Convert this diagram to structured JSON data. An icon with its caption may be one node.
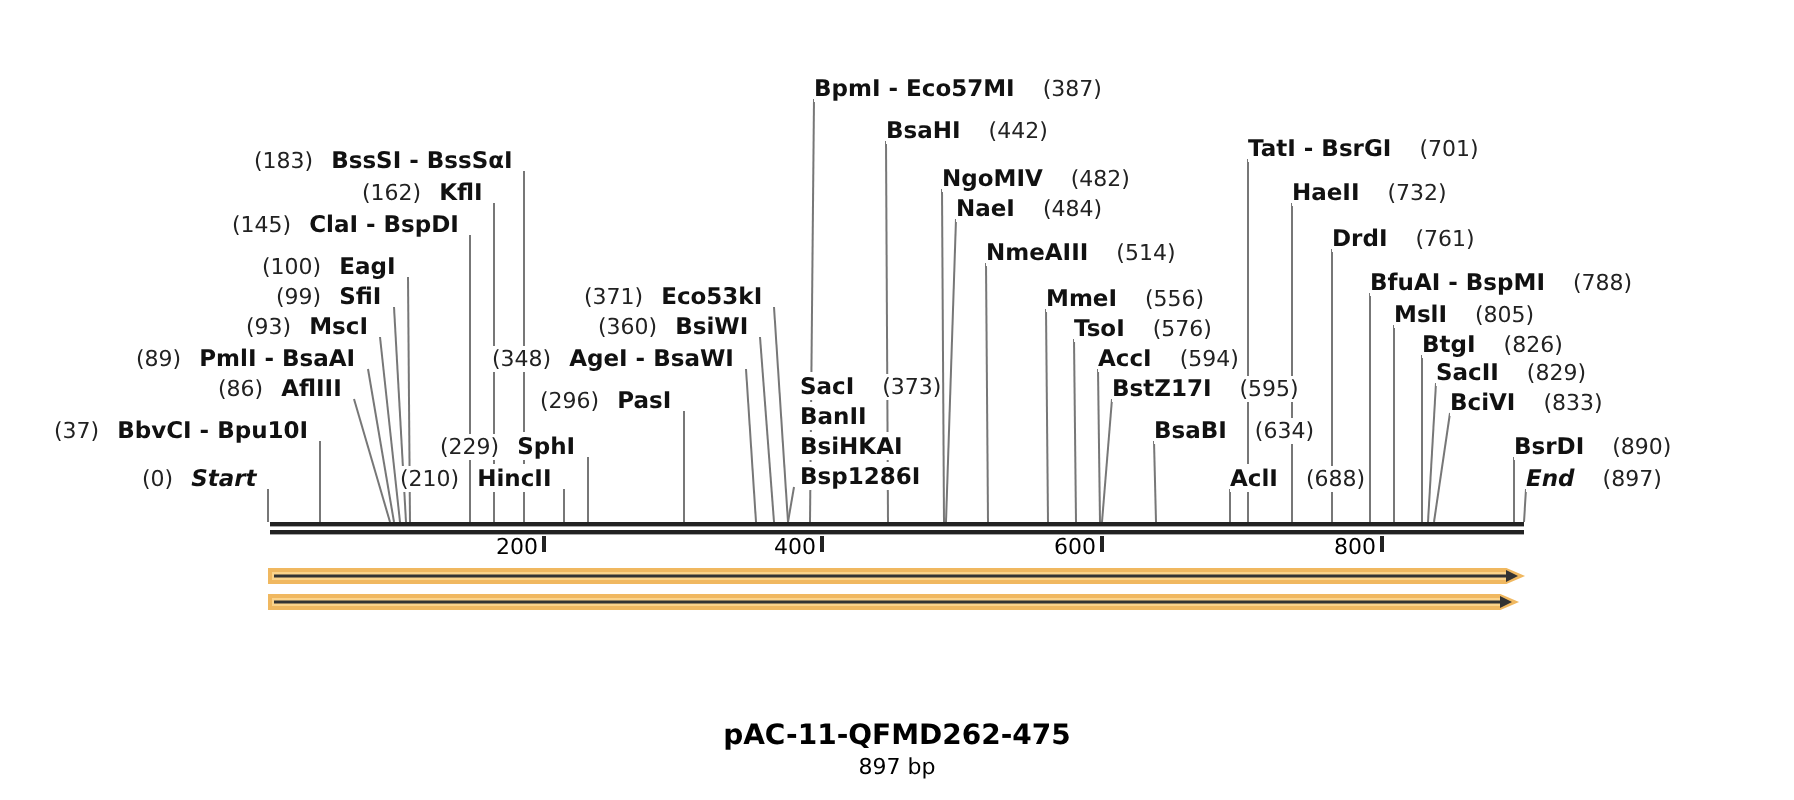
{
  "diagram": {
    "title": "pAC-11-QFMD262-475",
    "caption": "897 bp",
    "nodes": [
      {
        "text": [
          "(0)",
          "Start"
        ]
      },
      {
        "text": [
          "(37)",
          "BbvCI - Bpu10I"
        ]
      },
      {
        "text": [
          "(86)",
          "AflIII"
        ]
      },
      {
        "text": [
          "(89)",
          "PmlI - BsaAI"
        ]
      },
      {
        "text": [
          "(93)",
          "MscI"
        ]
      },
      {
        "text": [
          "(99)",
          "SfiI"
        ]
      },
      {
        "text": [
          "(100)",
          "EagI"
        ]
      },
      {
        "text": [
          "(145)",
          "ClaI - BspDI"
        ]
      },
      {
        "text": [
          "(162)",
          "KflI"
        ]
      },
      {
        "text": [
          "(183)",
          "BssSI - BssSαI"
        ]
      },
      {
        "text": [
          "(210)",
          "HincII"
        ]
      },
      {
        "text": [
          "(229)",
          "SphI"
        ]
      },
      {
        "text": [
          "(348)",
          "AgeI - BsaWI"
        ]
      },
      {
        "text": [
          "(296)",
          "PasI"
        ]
      },
      {
        "text": [
          "(360)",
          "BsiWI"
        ]
      },
      {
        "text": [
          "(371)",
          "Eco53kI"
        ]
      },
      {
        "text": [
          "SacI",
          "(373)",
          "BanII",
          "BsiHKAI",
          "Bsp1286I"
        ]
      },
      {
        "text": [
          "BpmI - Eco57MI",
          "(387)"
        ]
      },
      {
        "text": [
          "BsaHI",
          "(442)"
        ]
      },
      {
        "text": [
          "NgoMIV",
          "(482)"
        ]
      },
      {
        "text": [
          "NaeI",
          "(484)"
        ]
      },
      {
        "text": [
          "NmeAIII",
          "(514)"
        ]
      },
      {
        "text": [
          "MmeI",
          "(556)"
        ]
      },
      {
        "text": [
          "TsoI",
          "(576)"
        ]
      },
      {
        "text": [
          "AccI",
          "(594)"
        ]
      },
      {
        "text": [
          "BstZ17I",
          "(595)"
        ]
      },
      {
        "text": [
          "BsaBI",
          "(634)"
        ]
      },
      {
        "text": [
          "AclI",
          "(688)"
        ]
      },
      {
        "text": [
          "TatI - BsrGI",
          "(701)"
        ]
      },
      {
        "text": [
          "HaeII",
          "(732)"
        ]
      },
      {
        "text": [
          "DrdI",
          "(761)"
        ]
      },
      {
        "text": [
          "BfuAI - BspMI",
          "(788)"
        ]
      },
      {
        "text": [
          "MslI",
          "(805)"
        ]
      },
      {
        "text": [
          "BtgI",
          "(826)"
        ]
      },
      {
        "text": [
          "SacII",
          "(829)"
        ]
      },
      {
        "text": [
          "BciVI",
          "(833)"
        ]
      },
      {
        "text": [
          "BsrDI",
          "(890)"
        ]
      },
      {
        "text": [
          "End",
          "(897)"
        ]
      },
      {
        "text": [],
        "shape": "bar"
      }
    ],
    "edges": [
      {
        "from": 0,
        "to": 38,
        "arrow": "none"
      },
      {
        "from": 1,
        "to": 38,
        "arrow": "none"
      },
      {
        "from": 2,
        "to": 38,
        "arrow": "none"
      },
      {
        "from": 3,
        "to": 38,
        "arrow": "none"
      },
      {
        "from": 4,
        "to": 38,
        "arrow": "none"
      },
      {
        "from": 5,
        "to": 38,
        "arrow": "none"
      },
      {
        "from": 6,
        "to": 38,
        "arrow": "none"
      },
      {
        "from": 7,
        "to": 38,
        "arrow": "none"
      },
      {
        "from": 8,
        "to": 38,
        "arrow": "none"
      },
      {
        "from": 9,
        "to": 38,
        "arrow": "none"
      },
      {
        "from": 10,
        "to": 38,
        "arrow": "none"
      },
      {
        "from": 11,
        "to": 38,
        "arrow": "none"
      },
      {
        "from": 12,
        "to": 38,
        "arrow": "none"
      },
      {
        "from": 13,
        "to": 38,
        "arrow": "none"
      },
      {
        "from": 14,
        "to": 38,
        "arrow": "none"
      },
      {
        "from": 15,
        "to": 38,
        "arrow": "none"
      },
      {
        "from": 16,
        "to": 38,
        "arrow": "none"
      },
      {
        "from": 17,
        "to": 38,
        "arrow": "none"
      },
      {
        "from": 18,
        "to": 38,
        "arrow": "none"
      },
      {
        "from": 19,
        "to": 38,
        "arrow": "none"
      },
      {
        "from": 20,
        "to": 38,
        "arrow": "none"
      },
      {
        "from": 21,
        "to": 38,
        "arrow": "none"
      },
      {
        "from": 22,
        "to": 38,
        "arrow": "none"
      },
      {
        "from": 23,
        "to": 38,
        "arrow": "none"
      },
      {
        "from": 24,
        "to": 38,
        "arrow": "none"
      },
      {
        "from": 25,
        "to": 38,
        "arrow": "none"
      },
      {
        "from": 26,
        "to": 38,
        "arrow": "none"
      },
      {
        "from": 27,
        "to": 38,
        "arrow": "none"
      },
      {
        "from": 28,
        "to": 38,
        "arrow": "none"
      },
      {
        "from": 29,
        "to": 38,
        "arrow": "none"
      },
      {
        "from": 30,
        "to": 38,
        "arrow": "none"
      },
      {
        "from": 31,
        "to": 38,
        "arrow": "none"
      },
      {
        "from": 32,
        "to": 38,
        "arrow": "none"
      },
      {
        "from": 33,
        "to": 38,
        "arrow": "none"
      },
      {
        "from": 34,
        "to": 38,
        "arrow": "none"
      },
      {
        "from": 35,
        "to": 38,
        "arrow": "none"
      },
      {
        "from": 36,
        "to": 38,
        "arrow": "none"
      },
      {
        "from": 37,
        "to": 38,
        "arrow": "none"
      }
    ],
    "labels": [
      "200",
      "400",
      "600",
      "800"
    ]
  }
}
